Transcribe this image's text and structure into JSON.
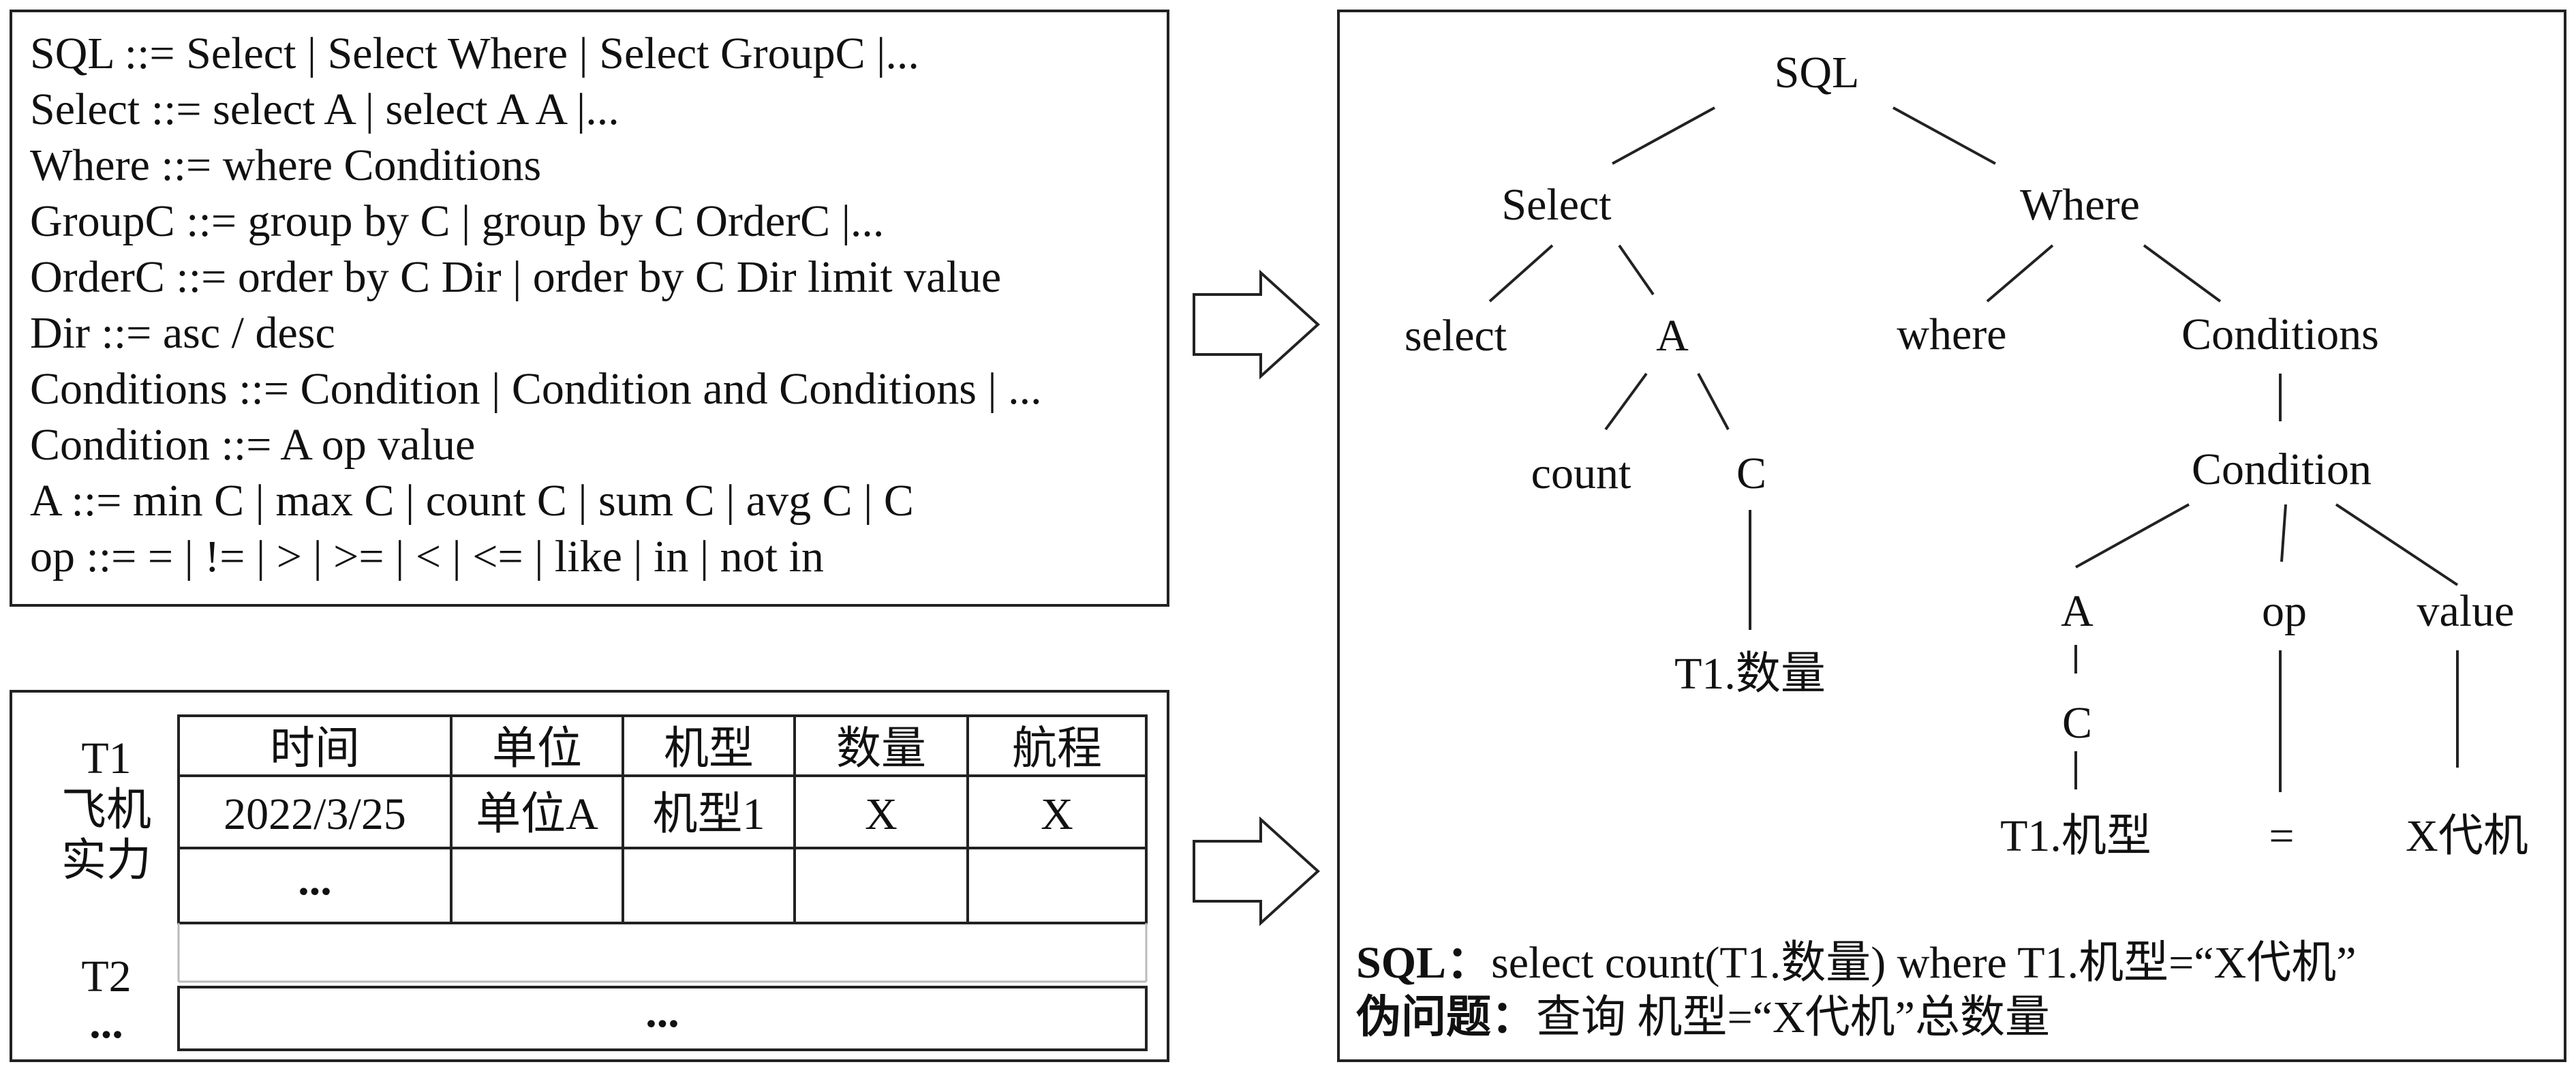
{
  "grammar": [
    "SQL ::= Select | Select Where | Select GroupC |...",
    "Select ::= select A | select A A |...",
    "Where ::= where Conditions",
    "GroupC ::= group by C | group by C OrderC |...",
    "OrderC ::= order by C Dir | order by C Dir limit value",
    "Dir ::= asc / desc",
    "Conditions ::= Condition | Condition and Conditions | ...",
    "Condition ::= A op value",
    "A ::= min C | max C | count C | sum C | avg C | C",
    "op ::= = | != | > | >= | < | <= | like | in | not in"
  ],
  "tables": {
    "t1_label": [
      "T1",
      "飞机",
      "实力"
    ],
    "t1_headers": [
      "时间",
      "单位",
      "机型",
      "数量",
      "航程"
    ],
    "t1_row": [
      "2022/3/25",
      "单位A",
      "机型1",
      "X",
      "X"
    ],
    "t1_ellipsis": "...",
    "t2_label": [
      "T2",
      "..."
    ],
    "t2_ellipsis": "..."
  },
  "tree": {
    "sql": "SQL",
    "select": "Select",
    "where": "Where",
    "select_kw": "select",
    "a": "A",
    "where_kw": "where",
    "conditions": "Conditions",
    "count": "count",
    "c": "C",
    "condition": "Condition",
    "t1_quantity": "T1.数量",
    "cond_a": "A",
    "op": "op",
    "value": "value",
    "cond_c": "C",
    "t1_model": "T1.机型",
    "equals": "=",
    "x_gen": "X代机"
  },
  "result": {
    "sql_label": "SQL：",
    "sql_text": "select count(T1.数量) where T1.机型=“X代机”",
    "pseudo_label": "伪问题：",
    "pseudo_text": "查询  机型=“X代机”总数量"
  }
}
